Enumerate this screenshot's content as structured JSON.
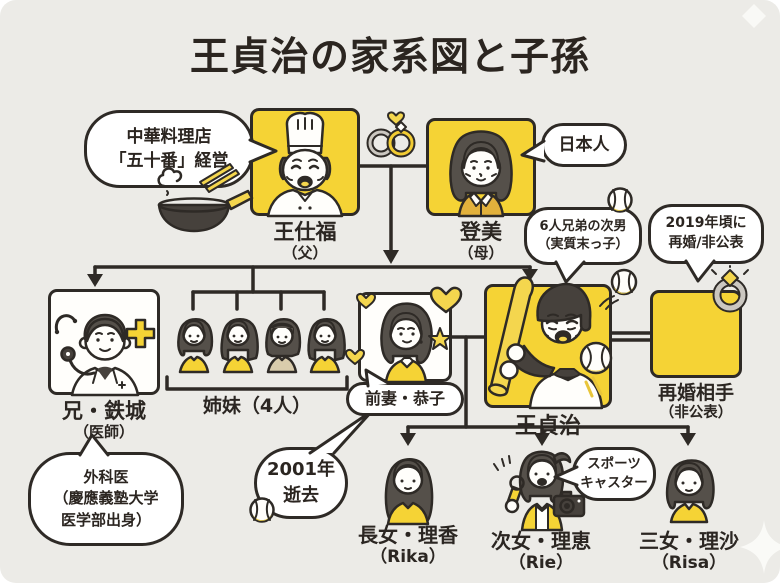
{
  "title": "王貞治の家系図と子孫",
  "people": {
    "father": {
      "name": "王仕福",
      "role": "（父）"
    },
    "mother": {
      "name": "登美",
      "role": "（母）"
    },
    "brother": {
      "name": "兄・鉄城",
      "role": "（医師）"
    },
    "sisters": {
      "label": "姉妹（4人）"
    },
    "first_wife": {
      "label": "前妻・恭子"
    },
    "oh": {
      "name": "王貞治"
    },
    "second_wife": {
      "name": "再婚相手",
      "role": "（非公表）"
    },
    "daughter1": {
      "name": "長女・理香",
      "romaji": "（Rika）"
    },
    "daughter2": {
      "name": "次女・理恵",
      "romaji": "（Rie）"
    },
    "daughter3": {
      "name": "三女・理沙",
      "romaji": "（Risa）"
    }
  },
  "bubbles": {
    "restaurant": {
      "lines": [
        "中華料理店",
        "「五十番」経営"
      ]
    },
    "japanese": {
      "lines": [
        "日本人"
      ]
    },
    "siblings": {
      "lines": [
        "6人兄弟の次男",
        "（実質末っ子）"
      ]
    },
    "remarriage_2019": {
      "lines": [
        "2019年頃に",
        "再婚/非公表"
      ]
    },
    "surgeon": {
      "lines": [
        "外科医",
        "（慶應義塾大学",
        "医学部出身）"
      ]
    },
    "death_2001": {
      "lines": [
        "2001年",
        "逝去"
      ]
    },
    "sportscaster": {
      "lines": [
        "スポーツ",
        "キャスター"
      ]
    }
  },
  "icons": [
    "chef-hat",
    "wedding-rings",
    "heart",
    "wok",
    "chopsticks",
    "steam",
    "baseball",
    "baseball-bat",
    "batting-helmet",
    "stethoscope",
    "medical-cross",
    "diamond-ring",
    "microphone",
    "camera",
    "star",
    "sparkle"
  ],
  "colors": {
    "accent_yellow": "#F5D335",
    "kimono_mustard": "#E2B13C",
    "ink": "#2E2A26",
    "panel_bg": "#ECEBE7",
    "tan_shirt": "#D9CCAC",
    "hair_gray": "#55504A"
  }
}
